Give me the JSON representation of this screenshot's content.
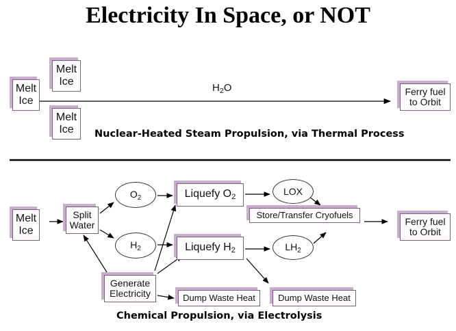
{
  "title": "Electricity In Space, or NOT",
  "nuclear": {
    "caption": "Nuclear-Heated Steam Propulsion, via Thermal Process",
    "melt_ice_left": "Melt\nIce",
    "melt_ice_top": "Melt\nIce",
    "melt_ice_bottom": "Melt\nIce",
    "flow_label_main": "H",
    "flow_label_sub": "2",
    "flow_label_tail": "O",
    "ferry": "Ferry fuel\nto Orbit"
  },
  "chemical": {
    "caption": "Chemical Propulsion, via Electrolysis",
    "melt_ice": "Melt\nIce",
    "split_water": "Split\nWater",
    "o2": {
      "main": "O",
      "sub": "2"
    },
    "h2": {
      "main": "H",
      "sub": "2"
    },
    "liquefy_o2": {
      "main": "Liquefy O",
      "sub": "2"
    },
    "liquefy_h2": {
      "main": "Liquefy H",
      "sub": "2"
    },
    "lox": "LOX",
    "lh2": {
      "main": "LH",
      "sub": "2"
    },
    "store_transfer": "Store/Transfer Cryofuels",
    "ferry": "Ferry fuel\nto Orbit",
    "generate_electricity": "Generate\nElectricity",
    "dump_waste_heat_1": "Dump Waste Heat",
    "dump_waste_heat_2": "Dump Waste Heat"
  },
  "colors": {
    "box_shadow": "#c7aecb",
    "box_border": "#7a5a7e",
    "line": "#000000"
  }
}
